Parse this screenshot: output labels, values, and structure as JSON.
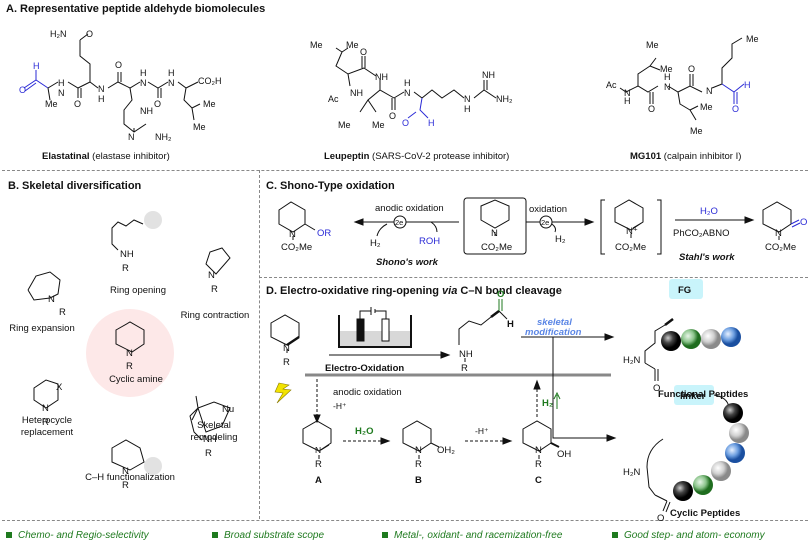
{
  "panelA": {
    "title": "A. Representative peptide aldehyde biomolecules",
    "molecules": [
      {
        "name": "Elastatinal",
        "desc": "(elastase inhibitor)"
      },
      {
        "name": "Leupeptin",
        "desc": "(SARS-CoV-2 protease inhibitor)"
      },
      {
        "name": "MG101",
        "desc": "(calpain inhibitor I)"
      }
    ],
    "atoms": {
      "me": "Me",
      "ac": "Ac",
      "nh": "NH",
      "nh2": "NH₂",
      "h2n": "H₂N",
      "co2h": "CO₂H",
      "o": "O",
      "h": "H",
      "n": "N"
    }
  },
  "panelB": {
    "title": "B. Skeletal diversification",
    "center": "Cyclic amine",
    "items": [
      "Ring opening",
      "Ring expansion",
      "Ring contraction",
      "Heterocycle replacement",
      "Skeletal remodeling",
      "C–H functionalization"
    ],
    "atoms": {
      "n": "N",
      "r": "R",
      "nh": "NH",
      "x": "X",
      "nu": "Nu"
    }
  },
  "panelC": {
    "title": "C. Shono-Type oxidation",
    "left_arrow_label": "anodic oxidation",
    "electrons": "2e",
    "h2": "H₂",
    "roh": "ROH",
    "left_work": "Shono's work",
    "right_arrow_label": "oxidation",
    "reagent_top": "H₂O",
    "reagent_bottom": "PhCO₂ABNO",
    "right_work": "Stahl's work",
    "atoms": {
      "or": "OR",
      "n": "N",
      "co2me": "CO₂Me",
      "o": "O",
      "nplus": "N⁺"
    }
  },
  "panelD": {
    "title_prefix": "D. Electro-oxidative ring-opening ",
    "title_italic": "via",
    "title_suffix": " C–N bond cleavage",
    "arrow_label": "Electro-Oxidation",
    "mech_label1": "anodic oxidation",
    "mech_label2": "-H⁺",
    "h2o": "H₂O",
    "minus_h": "-H⁺",
    "h2_up": "H₂",
    "intermediates": [
      "A",
      "B",
      "C"
    ],
    "skeletal_mod": [
      "skeletal",
      "modification"
    ],
    "fg": "FG",
    "linker": "linker",
    "functional": "Functional Peptides",
    "cyclic": "Cyclic Peptides",
    "atoms": {
      "n": "N",
      "r": "R",
      "nh": "NH",
      "o": "O",
      "h": "H",
      "oh": "OH",
      "oh2": "OH₂",
      "h2n": "H₂N"
    }
  },
  "features": [
    "Chemo- and Regio-selectivity",
    "Broad substrate scope",
    "Metal-, oxidant- and racemization-free",
    "Good step- and atom- economy"
  ],
  "colors": {
    "blue": "#2b2bd6",
    "green": "#1f7a1f",
    "pink": "#fde8e8",
    "cyan": "#c9f4fb",
    "grey": "#dcdcdc"
  }
}
